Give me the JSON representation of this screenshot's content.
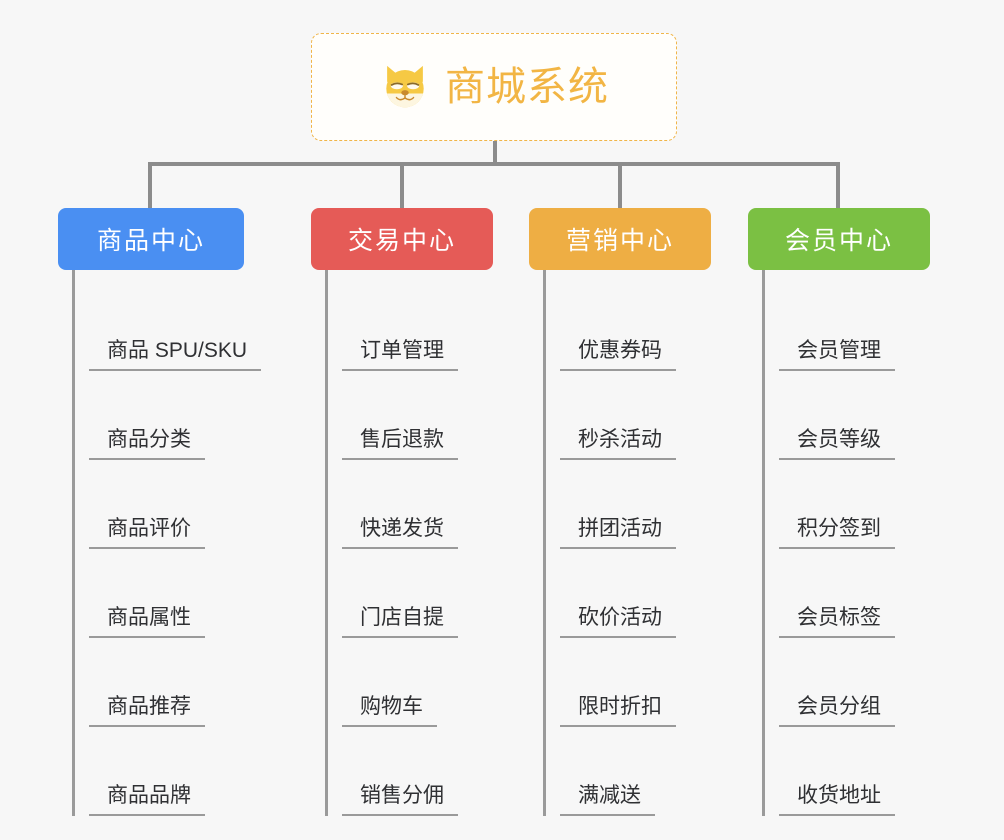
{
  "diagram": {
    "type": "mindmap",
    "background_color": "#f7f7f7",
    "root": {
      "title": "商城系统",
      "icon": "shiba-dog-face-emoji",
      "text_color": "#f2b544",
      "border_color": "#f0b549",
      "border_style": "dashed"
    },
    "connector_color": "#8c8c8c",
    "branches": [
      {
        "title": "商品中心",
        "color": "#4a8ff2",
        "items": [
          "商品 SPU/SKU",
          "商品分类",
          "商品评价",
          "商品属性",
          "商品推荐",
          "商品品牌"
        ]
      },
      {
        "title": "交易中心",
        "color": "#e55b57",
        "items": [
          "订单管理",
          "售后退款",
          "快递发货",
          "门店自提",
          "购物车",
          "销售分佣"
        ]
      },
      {
        "title": "营销中心",
        "color": "#eeae44",
        "items": [
          "优惠券码",
          "秒杀活动",
          "拼团活动",
          "砍价活动",
          "限时折扣",
          "满减送"
        ]
      },
      {
        "title": "会员中心",
        "color": "#7bc043",
        "items": [
          "会员管理",
          "会员等级",
          "积分签到",
          "会员标签",
          "会员分组",
          "收货地址"
        ]
      }
    ]
  }
}
